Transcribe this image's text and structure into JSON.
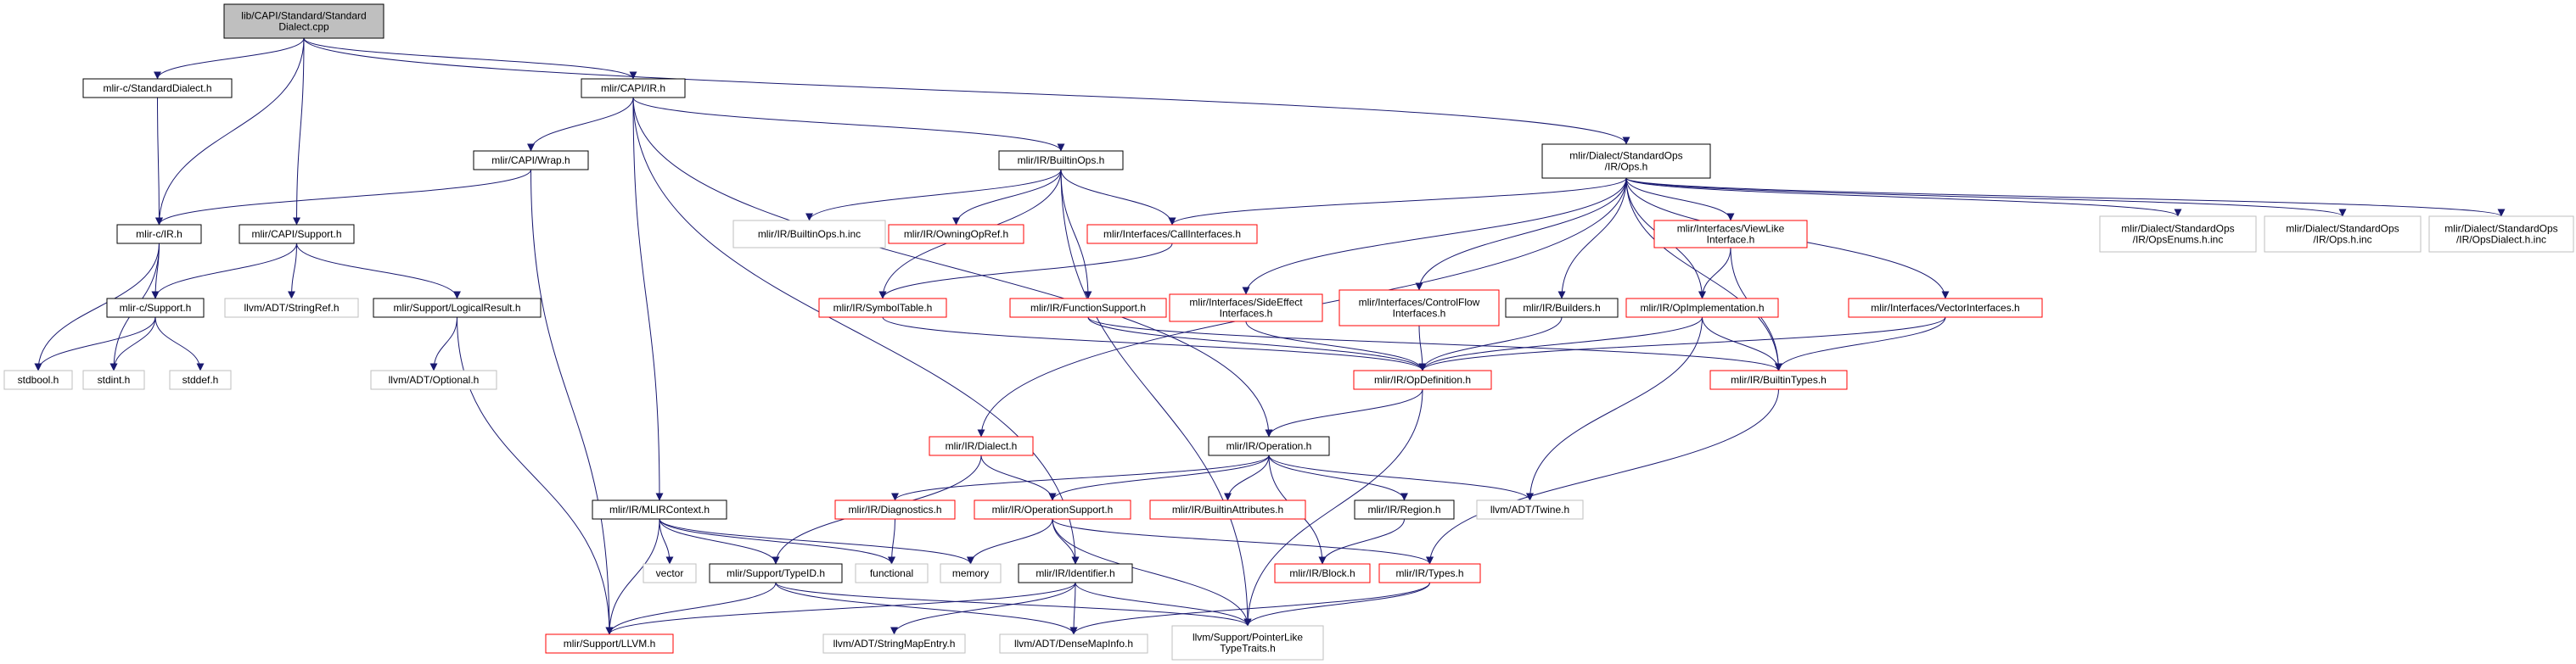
{
  "graph": {
    "nodes": [
      {
        "id": "root",
        "lines": [
          "lib/CAPI/Standard/Standard",
          "Dialect.cpp"
        ],
        "style": "root"
      },
      {
        "id": "capi_standard",
        "lines": [
          "mlir-c/StandardDialect.h"
        ],
        "style": "black"
      },
      {
        "id": "capi_ir",
        "lines": [
          "mlir/CAPI/IR.h"
        ],
        "style": "black"
      },
      {
        "id": "stdops",
        "lines": [
          "mlir/Dialect/StandardOps",
          "/IR/Ops.h"
        ],
        "style": "black"
      },
      {
        "id": "capi_wrap",
        "lines": [
          "mlir/CAPI/Wrap.h"
        ],
        "style": "black"
      },
      {
        "id": "builtinops",
        "lines": [
          "mlir/IR/BuiltinOps.h"
        ],
        "style": "black"
      },
      {
        "id": "mlirc_ir",
        "lines": [
          "mlir-c/IR.h"
        ],
        "style": "black"
      },
      {
        "id": "capi_support",
        "lines": [
          "mlir/CAPI/Support.h"
        ],
        "style": "black"
      },
      {
        "id": "builtinops_inc",
        "lines": [
          "mlir/IR/BuiltinOps.h.inc"
        ],
        "style": "gray"
      },
      {
        "id": "owningopref",
        "lines": [
          "mlir/IR/OwningOpRef.h"
        ],
        "style": "red"
      },
      {
        "id": "callinterfaces",
        "lines": [
          "mlir/Interfaces/CallInterfaces.h"
        ],
        "style": "red"
      },
      {
        "id": "viewlike",
        "lines": [
          "mlir/Interfaces/ViewLike",
          "Interface.h"
        ],
        "style": "red"
      },
      {
        "id": "opsenums",
        "lines": [
          "mlir/Dialect/StandardOps",
          "/IR/OpsEnums.h.inc"
        ],
        "style": "gray"
      },
      {
        "id": "ops_inc",
        "lines": [
          "mlir/Dialect/StandardOps",
          "/IR/Ops.h.inc"
        ],
        "style": "gray"
      },
      {
        "id": "opsdialect",
        "lines": [
          "mlir/Dialect/StandardOps",
          "/IR/OpsDialect.h.inc"
        ],
        "style": "gray"
      },
      {
        "id": "mlirc_support",
        "lines": [
          "mlir-c/Support.h"
        ],
        "style": "black"
      },
      {
        "id": "stringref",
        "lines": [
          "llvm/ADT/StringRef.h"
        ],
        "style": "gray"
      },
      {
        "id": "logicalresult",
        "lines": [
          "mlir/Support/LogicalResult.h"
        ],
        "style": "black"
      },
      {
        "id": "symboltable",
        "lines": [
          "mlir/IR/SymbolTable.h"
        ],
        "style": "red"
      },
      {
        "id": "functionsupport",
        "lines": [
          "mlir/IR/FunctionSupport.h"
        ],
        "style": "red"
      },
      {
        "id": "sideeffect",
        "lines": [
          "mlir/Interfaces/SideEffect",
          "Interfaces.h"
        ],
        "style": "red"
      },
      {
        "id": "controlflow",
        "lines": [
          "mlir/Interfaces/ControlFlow",
          "Interfaces.h"
        ],
        "style": "red"
      },
      {
        "id": "builders",
        "lines": [
          "mlir/IR/Builders.h"
        ],
        "style": "black"
      },
      {
        "id": "opimpl",
        "lines": [
          "mlir/IR/OpImplementation.h"
        ],
        "style": "red"
      },
      {
        "id": "vectorinterfaces",
        "lines": [
          "mlir/Interfaces/VectorInterfaces.h"
        ],
        "style": "red"
      },
      {
        "id": "stdbool",
        "lines": [
          "stdbool.h"
        ],
        "style": "gray"
      },
      {
        "id": "stdint",
        "lines": [
          "stdint.h"
        ],
        "style": "gray"
      },
      {
        "id": "stddef",
        "lines": [
          "stddef.h"
        ],
        "style": "gray"
      },
      {
        "id": "optional",
        "lines": [
          "llvm/ADT/Optional.h"
        ],
        "style": "gray"
      },
      {
        "id": "opdefinition",
        "lines": [
          "mlir/IR/OpDefinition.h"
        ],
        "style": "red"
      },
      {
        "id": "builtintypes",
        "lines": [
          "mlir/IR/BuiltinTypes.h"
        ],
        "style": "red"
      },
      {
        "id": "dialect",
        "lines": [
          "mlir/IR/Dialect.h"
        ],
        "style": "red"
      },
      {
        "id": "operation",
        "lines": [
          "mlir/IR/Operation.h"
        ],
        "style": "black"
      },
      {
        "id": "mlircontext",
        "lines": [
          "mlir/IR/MLIRContext.h"
        ],
        "style": "black"
      },
      {
        "id": "diagnostics",
        "lines": [
          "mlir/IR/Diagnostics.h"
        ],
        "style": "red"
      },
      {
        "id": "operationsupport",
        "lines": [
          "mlir/IR/OperationSupport.h"
        ],
        "style": "red"
      },
      {
        "id": "builtinattributes",
        "lines": [
          "mlir/IR/BuiltinAttributes.h"
        ],
        "style": "red"
      },
      {
        "id": "region",
        "lines": [
          "mlir/IR/Region.h"
        ],
        "style": "black"
      },
      {
        "id": "twine",
        "lines": [
          "llvm/ADT/Twine.h"
        ],
        "style": "gray"
      },
      {
        "id": "vector",
        "lines": [
          "vector"
        ],
        "style": "gray"
      },
      {
        "id": "typeid",
        "lines": [
          "mlir/Support/TypeID.h"
        ],
        "style": "black"
      },
      {
        "id": "functional",
        "lines": [
          "functional"
        ],
        "style": "gray"
      },
      {
        "id": "memory",
        "lines": [
          "memory"
        ],
        "style": "gray"
      },
      {
        "id": "identifier",
        "lines": [
          "mlir/IR/Identifier.h"
        ],
        "style": "black"
      },
      {
        "id": "block",
        "lines": [
          "mlir/IR/Block.h"
        ],
        "style": "red"
      },
      {
        "id": "types",
        "lines": [
          "mlir/IR/Types.h"
        ],
        "style": "red"
      },
      {
        "id": "llvm",
        "lines": [
          "mlir/Support/LLVM.h"
        ],
        "style": "red"
      },
      {
        "id": "stringmapentry",
        "lines": [
          "llvm/ADT/StringMapEntry.h"
        ],
        "style": "gray"
      },
      {
        "id": "densemapinfo",
        "lines": [
          "llvm/ADT/DenseMapInfo.h"
        ],
        "style": "gray"
      },
      {
        "id": "pointerlike",
        "lines": [
          "llvm/Support/PointerLike",
          "TypeTraits.h"
        ],
        "style": "gray"
      }
    ],
    "edges": [
      [
        "root",
        "capi_standard"
      ],
      [
        "root",
        "capi_ir"
      ],
      [
        "root",
        "stdops"
      ],
      [
        "root",
        "mlirc_ir"
      ],
      [
        "root",
        "capi_support"
      ],
      [
        "capi_standard",
        "mlirc_ir"
      ],
      [
        "capi_ir",
        "capi_wrap"
      ],
      [
        "capi_ir",
        "builtinops"
      ],
      [
        "capi_ir",
        "mlircontext"
      ],
      [
        "capi_ir",
        "identifier"
      ],
      [
        "capi_ir",
        "operation"
      ],
      [
        "capi_wrap",
        "mlirc_ir"
      ],
      [
        "capi_wrap",
        "llvm"
      ],
      [
        "mlirc_ir",
        "mlirc_support"
      ],
      [
        "mlirc_ir",
        "stdbool"
      ],
      [
        "mlirc_ir",
        "stdint"
      ],
      [
        "capi_support",
        "mlirc_support"
      ],
      [
        "capi_support",
        "stringref"
      ],
      [
        "capi_support",
        "logicalresult"
      ],
      [
        "mlirc_support",
        "stdbool"
      ],
      [
        "mlirc_support",
        "stdint"
      ],
      [
        "mlirc_support",
        "stddef"
      ],
      [
        "logicalresult",
        "optional"
      ],
      [
        "logicalresult",
        "llvm"
      ],
      [
        "builtinops",
        "builtinops_inc"
      ],
      [
        "builtinops",
        "owningopref"
      ],
      [
        "builtinops",
        "callinterfaces"
      ],
      [
        "builtinops",
        "symboltable"
      ],
      [
        "builtinops",
        "functionsupport"
      ],
      [
        "builtinops",
        "pointerlike"
      ],
      [
        "callinterfaces",
        "symboltable"
      ],
      [
        "stdops",
        "callinterfaces"
      ],
      [
        "stdops",
        "viewlike"
      ],
      [
        "stdops",
        "opsenums"
      ],
      [
        "stdops",
        "ops_inc"
      ],
      [
        "stdops",
        "opsdialect"
      ],
      [
        "stdops",
        "sideeffect"
      ],
      [
        "stdops",
        "controlflow"
      ],
      [
        "stdops",
        "builders"
      ],
      [
        "stdops",
        "opimpl"
      ],
      [
        "stdops",
        "vectorinterfaces"
      ],
      [
        "stdops",
        "builtintypes"
      ],
      [
        "stdops",
        "dialect"
      ],
      [
        "viewlike",
        "opimpl"
      ],
      [
        "viewlike",
        "builtintypes"
      ],
      [
        "symboltable",
        "opdefinition"
      ],
      [
        "functionsupport",
        "opdefinition"
      ],
      [
        "functionsupport",
        "builtintypes"
      ],
      [
        "sideeffect",
        "opdefinition"
      ],
      [
        "controlflow",
        "opdefinition"
      ],
      [
        "builders",
        "opdefinition"
      ],
      [
        "opimpl",
        "opdefinition"
      ],
      [
        "opimpl",
        "builtintypes"
      ],
      [
        "opimpl",
        "twine"
      ],
      [
        "vectorinterfaces",
        "opdefinition"
      ],
      [
        "vectorinterfaces",
        "builtintypes"
      ],
      [
        "opdefinition",
        "operation"
      ],
      [
        "opdefinition",
        "pointerlike"
      ],
      [
        "builtintypes",
        "types"
      ],
      [
        "dialect",
        "operationsupport"
      ],
      [
        "dialect",
        "typeid"
      ],
      [
        "operation",
        "diagnostics"
      ],
      [
        "operation",
        "operationsupport"
      ],
      [
        "operation",
        "builtinattributes"
      ],
      [
        "operation",
        "region"
      ],
      [
        "operation",
        "twine"
      ],
      [
        "operation",
        "block"
      ],
      [
        "region",
        "block"
      ],
      [
        "mlircontext",
        "vector"
      ],
      [
        "mlircontext",
        "typeid"
      ],
      [
        "mlircontext",
        "functional"
      ],
      [
        "mlircontext",
        "memory"
      ],
      [
        "mlircontext",
        "llvm"
      ],
      [
        "diagnostics",
        "functional"
      ],
      [
        "operationsupport",
        "memory"
      ],
      [
        "operationsupport",
        "identifier"
      ],
      [
        "operationsupport",
        "types"
      ],
      [
        "operationsupport",
        "pointerlike"
      ],
      [
        "typeid",
        "llvm"
      ],
      [
        "typeid",
        "densemapinfo"
      ],
      [
        "typeid",
        "pointerlike"
      ],
      [
        "identifier",
        "llvm"
      ],
      [
        "identifier",
        "stringmapentry"
      ],
      [
        "identifier",
        "densemapinfo"
      ],
      [
        "identifier",
        "pointerlike"
      ],
      [
        "types",
        "densemapinfo"
      ],
      [
        "types",
        "pointerlike"
      ]
    ]
  },
  "colors": {
    "root_fill": "#bfbfbf",
    "black_border": "#000000",
    "red_border": "#ff0000",
    "gray_border": "#bfbfbf",
    "edge": "#191970",
    "text": "#000000"
  }
}
